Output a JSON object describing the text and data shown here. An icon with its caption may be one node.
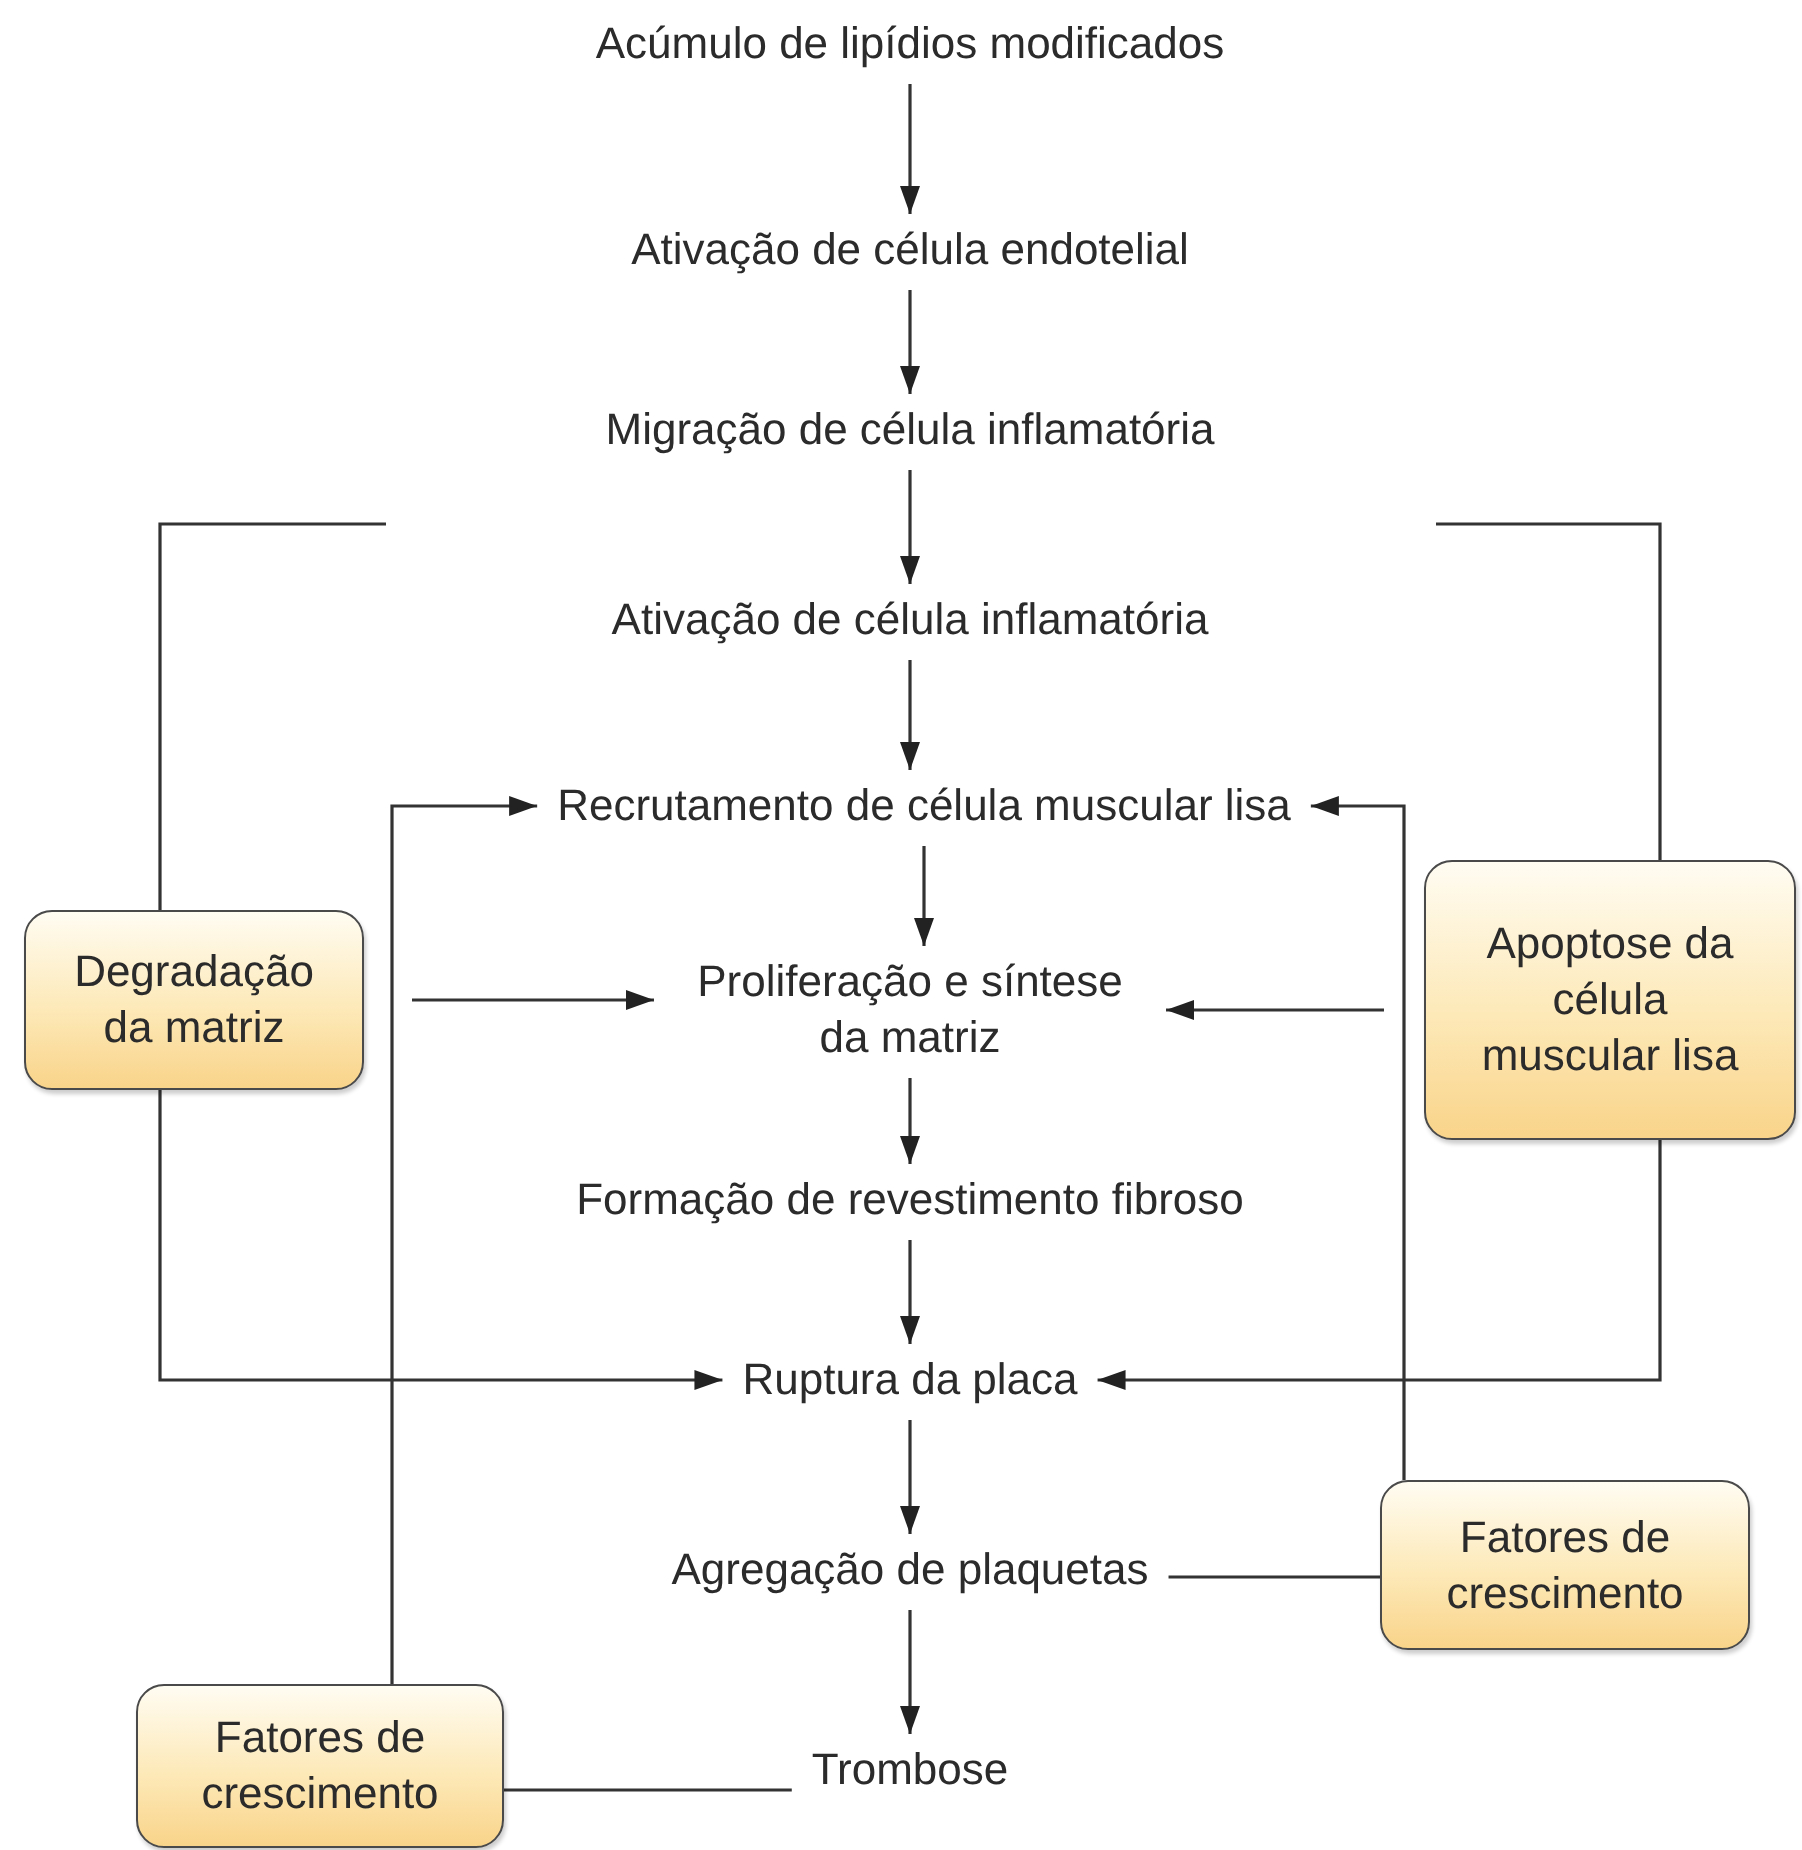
{
  "diagram": {
    "nodes": [
      {
        "text": [
          "Acúmulo de lipídios modificados"
        ]
      },
      {
        "text": [
          "Ativação de célula endotelial"
        ]
      },
      {
        "text": [
          "Migração de célula inflamatória"
        ]
      },
      {
        "text": [
          "Ativação de célula inflamatória"
        ]
      },
      {
        "text": [
          "Recrutamento de célula muscular lisa"
        ]
      },
      {
        "text": [
          "Proliferação e síntese da matriz"
        ]
      },
      {
        "text": [
          "Formação de revestimento fibroso"
        ]
      },
      {
        "text": [
          "Ruptura da placa"
        ]
      },
      {
        "text": [
          "Agregação de plaquetas"
        ]
      },
      {
        "text": [
          "Trombose"
        ]
      },
      {
        "text": [
          "Degradação da matriz"
        ]
      },
      {
        "text": [
          "Apoptose da célula muscular lisa"
        ]
      },
      {
        "text": [
          "Fatores de crescimento"
        ]
      },
      {
        "text": [
          "Fatores de crescimento"
        ]
      }
    ],
    "edges": [
      {
        "from": 0,
        "to": 1,
        "arrow": "to"
      },
      {
        "from": 1,
        "to": 2,
        "arrow": "to"
      },
      {
        "from": 2,
        "to": 3,
        "arrow": "to"
      },
      {
        "from": 3,
        "to": 4,
        "arrow": "to"
      },
      {
        "from": 4,
        "to": 5,
        "arrow": "to"
      },
      {
        "from": 5,
        "to": 6,
        "arrow": "to"
      },
      {
        "from": 6,
        "to": 7,
        "arrow": "to"
      },
      {
        "from": 7,
        "to": 8,
        "arrow": "to"
      },
      {
        "from": 8,
        "to": 9,
        "arrow": "to"
      },
      {
        "from": null,
        "to": 7,
        "arrow": "to"
      },
      {
        "from": 13,
        "to": 4,
        "arrow": "to"
      },
      {
        "from": 10,
        "to": 5,
        "arrow": "to"
      },
      {
        "from": null,
        "to": 7,
        "arrow": "to"
      },
      {
        "from": 12,
        "to": 4,
        "arrow": "to"
      },
      {
        "from": 11,
        "to": 5,
        "arrow": "to"
      },
      {
        "from": 13,
        "to": 9,
        "arrow": "none"
      },
      {
        "from": 12,
        "to": 8,
        "arrow": "none"
      }
    ]
  }
}
